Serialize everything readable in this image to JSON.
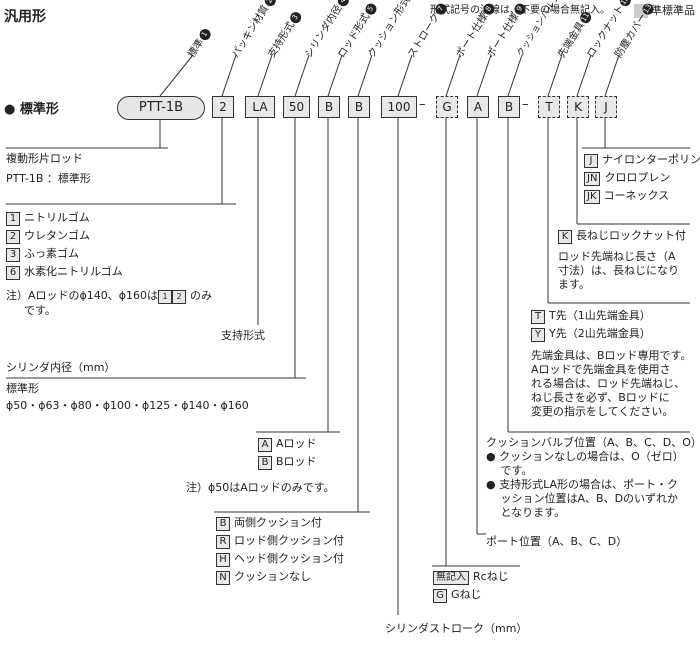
{
  "header": {
    "title": "汎用形",
    "note": "形式記号の波線は、不要の場合無記入。",
    "legend": "準標準品"
  },
  "standard_label": "● 標準形",
  "code": {
    "model": "PTT-1B",
    "packing": "2",
    "mount": "LA",
    "bore": "50",
    "rod": "B",
    "cushion": "B",
    "stroke": "100",
    "port_thread": "G",
    "port_pos": "A",
    "cushion_valve": "B",
    "rod_end": "T",
    "locknut": "K",
    "boot": "J",
    "dash1": "–",
    "dash2": "–"
  },
  "vertical_labels": [
    {
      "text": "標準",
      "num": "1"
    },
    {
      "text": "パッキン材質",
      "num": "2"
    },
    {
      "text": "支持形式",
      "num": "3"
    },
    {
      "text": "シリンダ内径",
      "num": "4"
    },
    {
      "text": "ロッド形式",
      "num": "5"
    },
    {
      "text": "クッション形式",
      "num": "6"
    },
    {
      "text": "ストローク",
      "num": "7"
    },
    {
      "text": "ポート仕様",
      "num": "8"
    },
    {
      "text": "ポート仕様",
      "num": "9"
    },
    {
      "text": "クッションバルブ位置",
      "num": "10"
    },
    {
      "text": "先端金具",
      "num": "11"
    },
    {
      "text": "ロックナット",
      "num": "12"
    },
    {
      "text": "防塵カバー",
      "num": "13"
    }
  ],
  "model_section": {
    "title": "複動形片ロッド",
    "desc": "PTT-1B ：標準形"
  },
  "packing_section": {
    "items": [
      {
        "code": "1",
        "label": "ニトリルゴム"
      },
      {
        "code": "2",
        "label": "ウレタンゴム"
      },
      {
        "code": "3",
        "label": "ふっ素ゴム"
      },
      {
        "code": "6",
        "label": "水素化ニトリルゴム"
      }
    ],
    "note1": "注）Aロッドのϕ140、ϕ160は",
    "note_codes": [
      "1",
      "2"
    ],
    "note1b": "のみ",
    "note2": "です。"
  },
  "mount_section": {
    "label": "支持形式"
  },
  "bore_section": {
    "title": "シリンダ内径（mm）",
    "sub": "標準形",
    "values": "ϕ50・ϕ63・ϕ80・ϕ100・ϕ125・ϕ140・ϕ160"
  },
  "rod_section": {
    "items": [
      {
        "code": "A",
        "label": "Aロッド"
      },
      {
        "code": "B",
        "label": "Bロッド"
      }
    ],
    "note": "注）ϕ50はAロッドのみです。"
  },
  "cushion_section": {
    "items": [
      {
        "code": "B",
        "label": "両側クッション付"
      },
      {
        "code": "R",
        "label": "ロッド側クッション付"
      },
      {
        "code": "H",
        "label": "ヘッド側クッション付"
      },
      {
        "code": "N",
        "label": "クッションなし"
      }
    ]
  },
  "port_thread_section": {
    "items": [
      {
        "code": "無記入",
        "label": "Rcねじ"
      },
      {
        "code": "G",
        "label": "Gねじ"
      }
    ]
  },
  "stroke_section": {
    "label": "シリンダストローク（mm）"
  },
  "port_pos_section": {
    "label": "ポート位置（A、B、C、D）"
  },
  "cushion_valve_section": {
    "title": "クッションバルブ位置（A、B、C、D、O）",
    "notes": [
      "● クッションなしの場合は、O（ゼロ）",
      "　 です。",
      "● 支持形式LA形の場合は、ポート・ク",
      "　 ッション位置はA、B、Dのいずれか",
      "　 となります。"
    ]
  },
  "rod_end_section": {
    "items": [
      {
        "code": "T",
        "label": "T先（1山先端金具）"
      },
      {
        "code": "Y",
        "label": "Y先（2山先端金具）"
      }
    ],
    "notes": [
      "先端金具は、Bロッド専用です。",
      "Aロッドで先端金具を使用さ",
      "れる場合は、ロッド先端ねじ、",
      "ねじ長さを必ず、Bロッドに",
      "変更の指示をしてください。"
    ]
  },
  "locknut_section": {
    "items": [
      {
        "code": "K",
        "label": "長ねじロックナット付"
      }
    ],
    "notes": [
      "ロッド先端ねじ長さ（A",
      "寸法）は、長ねじになり",
      "ます。"
    ]
  },
  "boot_section": {
    "items": [
      {
        "code": "J",
        "label": "ナイロンターポリン"
      },
      {
        "code": "JN",
        "label": "クロロプレン"
      },
      {
        "code": "JK",
        "label": "コーネックス"
      }
    ]
  }
}
